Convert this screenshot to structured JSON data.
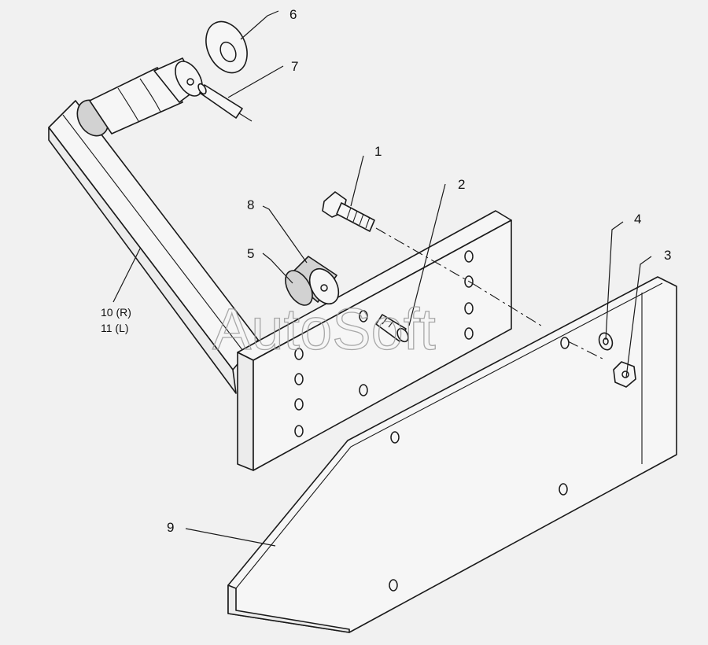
{
  "callouts": {
    "c1": "1",
    "c2": "2",
    "c3": "3",
    "c4": "4",
    "c5": "5",
    "c6": "6",
    "c7": "7",
    "c8": "8",
    "c9": "9",
    "c10": "10 (R)",
    "c11": "11 (L)"
  },
  "watermark": "AutoSoft"
}
